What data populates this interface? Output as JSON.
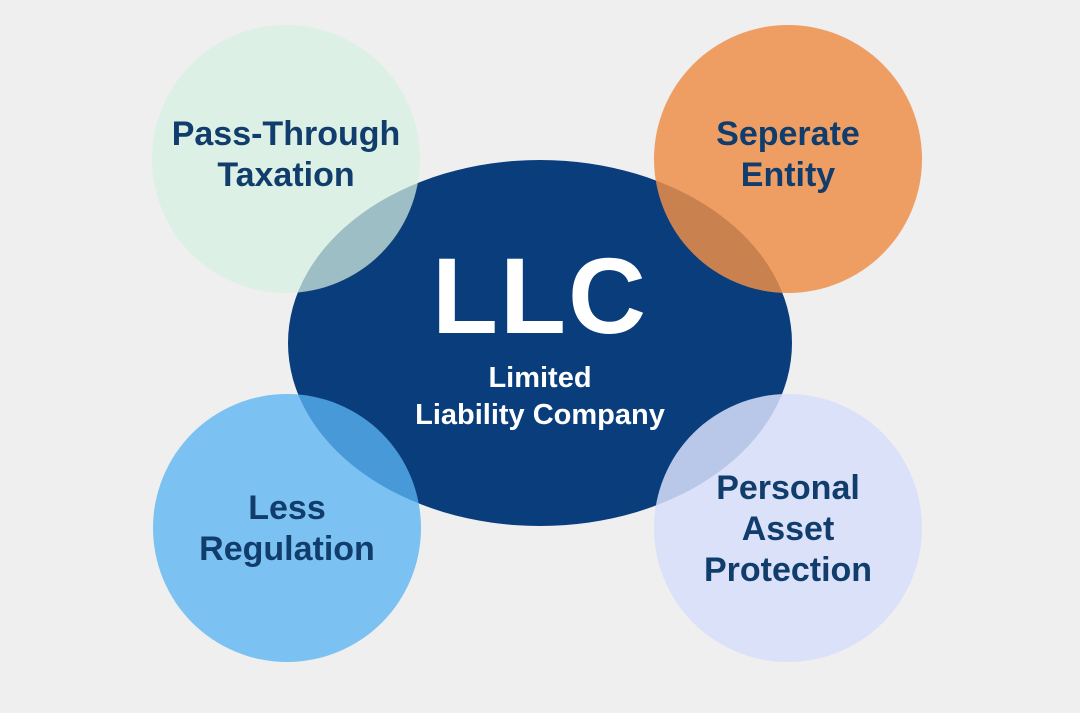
{
  "center": {
    "title": "LLC",
    "subtitle": "Limited\nLiability Company"
  },
  "benefits": {
    "top_left": "Pass-Through\nTaxation",
    "top_right": "Seperate\nEntity",
    "bottom_left": "Less\nRegulation",
    "bottom_right": "Personal\nAsset\nProtection"
  },
  "colors": {
    "background": "#efeff0",
    "center": "#0a3d7c",
    "label_text": "#103d6b",
    "top_left_circle": "#d6f0e1",
    "top_right_circle": "#ee8e48",
    "bottom_left_circle": "#5ab4f2",
    "bottom_right_circle": "#d6defa"
  }
}
